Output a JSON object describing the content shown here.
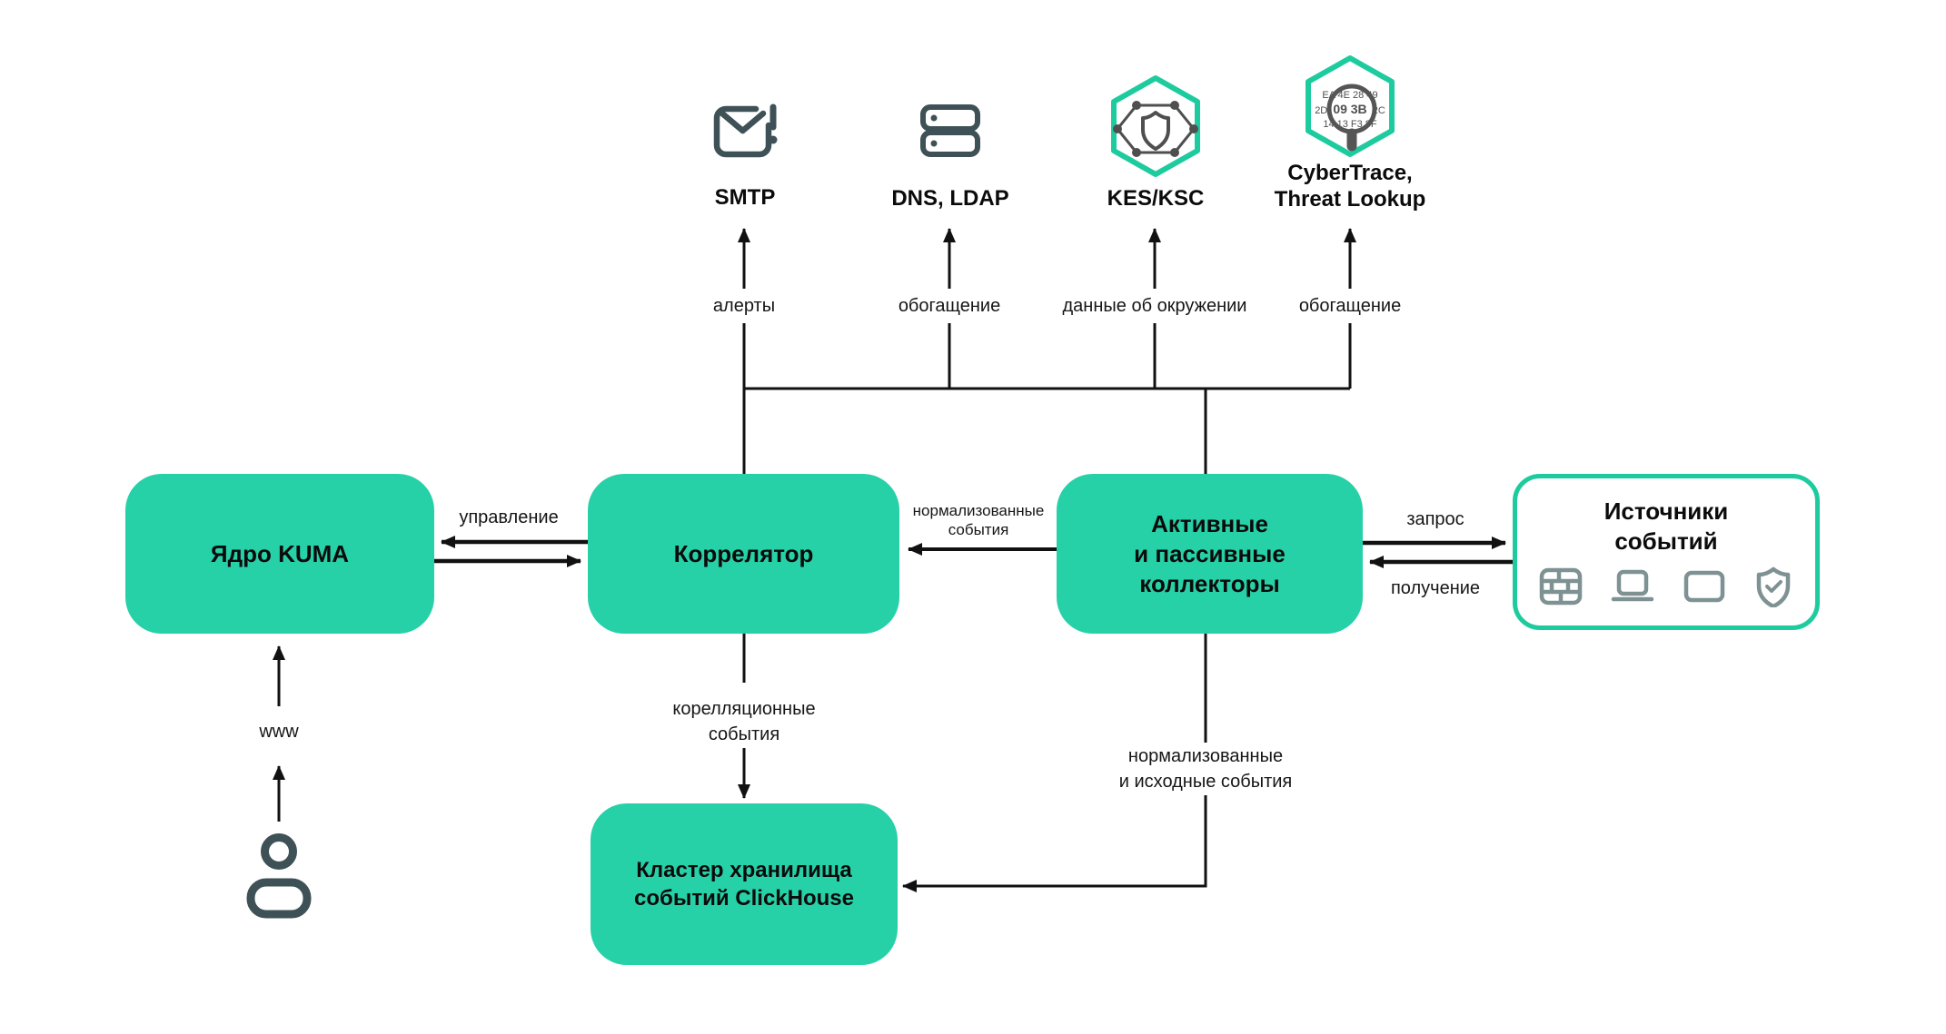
{
  "colors": {
    "accent": "#27d1a8",
    "teal": "#1ecb9f",
    "dark": "#3e5156",
    "muted": "#7e9193",
    "line": "#111111"
  },
  "services": {
    "smtp": {
      "label": "SMTP",
      "flow": "алерты"
    },
    "dns": {
      "label": "DNS, LDAP",
      "flow": "обогащение"
    },
    "kes": {
      "label": "KES/KSC",
      "flow": "данные об окружении"
    },
    "cybertrace": {
      "label_line1": "CyberTrace,",
      "label_line2": "Threat Lookup",
      "flow": "обогащение",
      "hex_row1": "EA 4E 28 49",
      "hex_row2_pre": "2D",
      "hex_row2_hl": "09 3B",
      "hex_row2_post": "2C",
      "hex_row3": "14 13 F3 8F"
    }
  },
  "nodes": {
    "kuma_core": {
      "label": "Ядро KUMA"
    },
    "correlator": {
      "label": "Коррелятор"
    },
    "collectors": {
      "line1": "Активные",
      "line2": "и пассивные",
      "line3": "коллекторы"
    },
    "sources": {
      "line1": "Источники",
      "line2": "событий"
    },
    "clickhouse": {
      "line1": "Кластер хранилища",
      "line2": "событий ClickHouse"
    }
  },
  "flows": {
    "management": "управление",
    "normalized_line1": "нормализованные",
    "normalized_line2": "события",
    "request": "запрос",
    "receive": "получение",
    "correlation_line1": "корелляционные",
    "correlation_line2": "события",
    "norm_raw_line1": "нормализованные",
    "norm_raw_line2": "и исходные события",
    "www": "www"
  }
}
